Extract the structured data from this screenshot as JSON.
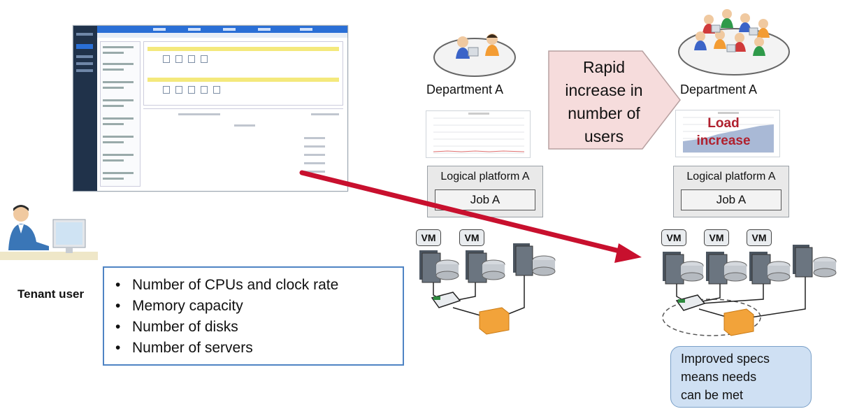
{
  "tenant": {
    "label": "Tenant user",
    "specs": [
      "Number of CPUs   and clock rate",
      "Memory capacity",
      "Number of disks",
      "Number of servers"
    ]
  },
  "before": {
    "department": "Department  A",
    "platform": "Logical platform A",
    "job": "Job A",
    "vms": [
      "VM",
      "VM"
    ]
  },
  "callout": {
    "lines": [
      "Rapid",
      "increase in",
      "number of",
      "users"
    ]
  },
  "after": {
    "department": "Department  A",
    "load_lines": [
      "Load",
      "increase"
    ],
    "platform": "Logical platform A",
    "job": "Job A",
    "vms": [
      "VM",
      "VM",
      "VM"
    ],
    "note_lines": [
      "Improved specs",
      "means needs",
      "can be met"
    ]
  },
  "colors": {
    "arrow": "#c8102e",
    "spec_border": "#4f84c4",
    "note_fill": "#cfe0f3",
    "load_text": "#b0202e",
    "callout_fill": "#f6dcdc"
  }
}
